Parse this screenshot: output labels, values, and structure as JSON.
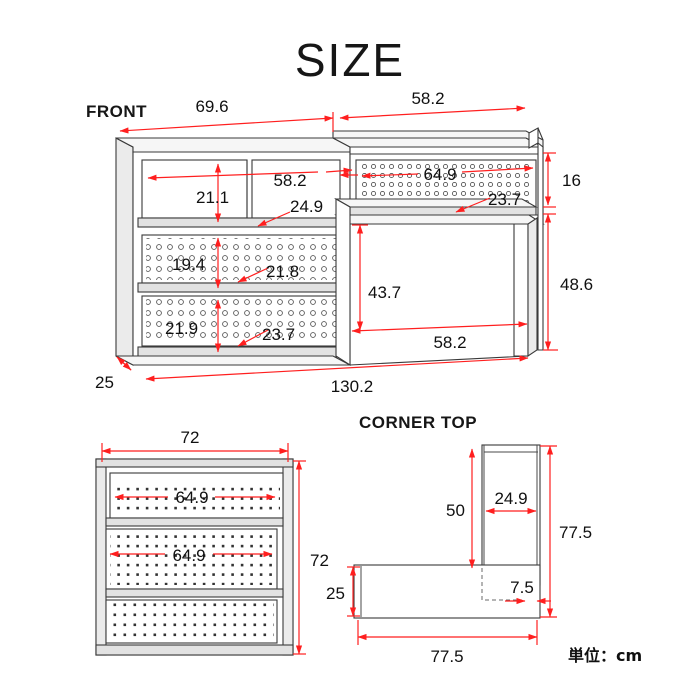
{
  "page": {
    "title": "SIZE",
    "unit_label": "単位：cm",
    "accent_color": "#ff1f1f",
    "line_color": "#3a3a3a",
    "background": "#ffffff"
  },
  "sections": {
    "front": {
      "label": "FRONT"
    },
    "corner_top": {
      "label": "CORNER TOP"
    }
  },
  "front_view": {
    "dimensions": {
      "top_left_width": "69.6",
      "top_right_width": "58.2",
      "upper_left_shelf_width": "58.2",
      "upper_left_shelf_height": "21.1",
      "upper_left_depth": "24.9",
      "upper_right_pegboard_width": "64.9",
      "upper_right_pegboard_height": "23.7",
      "right_upper_height": "16",
      "mid_pegboard_height": "19.4",
      "mid_pegboard_width": "21.8",
      "lower_pegboard_height": "21.9",
      "lower_pegboard_width": "23.7",
      "left_cabinet_height": "43.7",
      "right_leg_height": "48.6",
      "lower_right_span": "58.2",
      "overall_width": "130.2",
      "depth": "25"
    }
  },
  "bottom_left_view": {
    "dimensions": {
      "width": "72",
      "height": "72",
      "top_pegboard_width": "64.9",
      "mid_pegboard_width": "64.9"
    }
  },
  "corner_top_view": {
    "dimensions": {
      "vertical_arm_length": "50",
      "vertical_arm_width": "24.9",
      "overall_height": "77.5",
      "horizontal_arm_height": "25",
      "notch_width": "7.5",
      "overall_width": "77.5"
    }
  }
}
